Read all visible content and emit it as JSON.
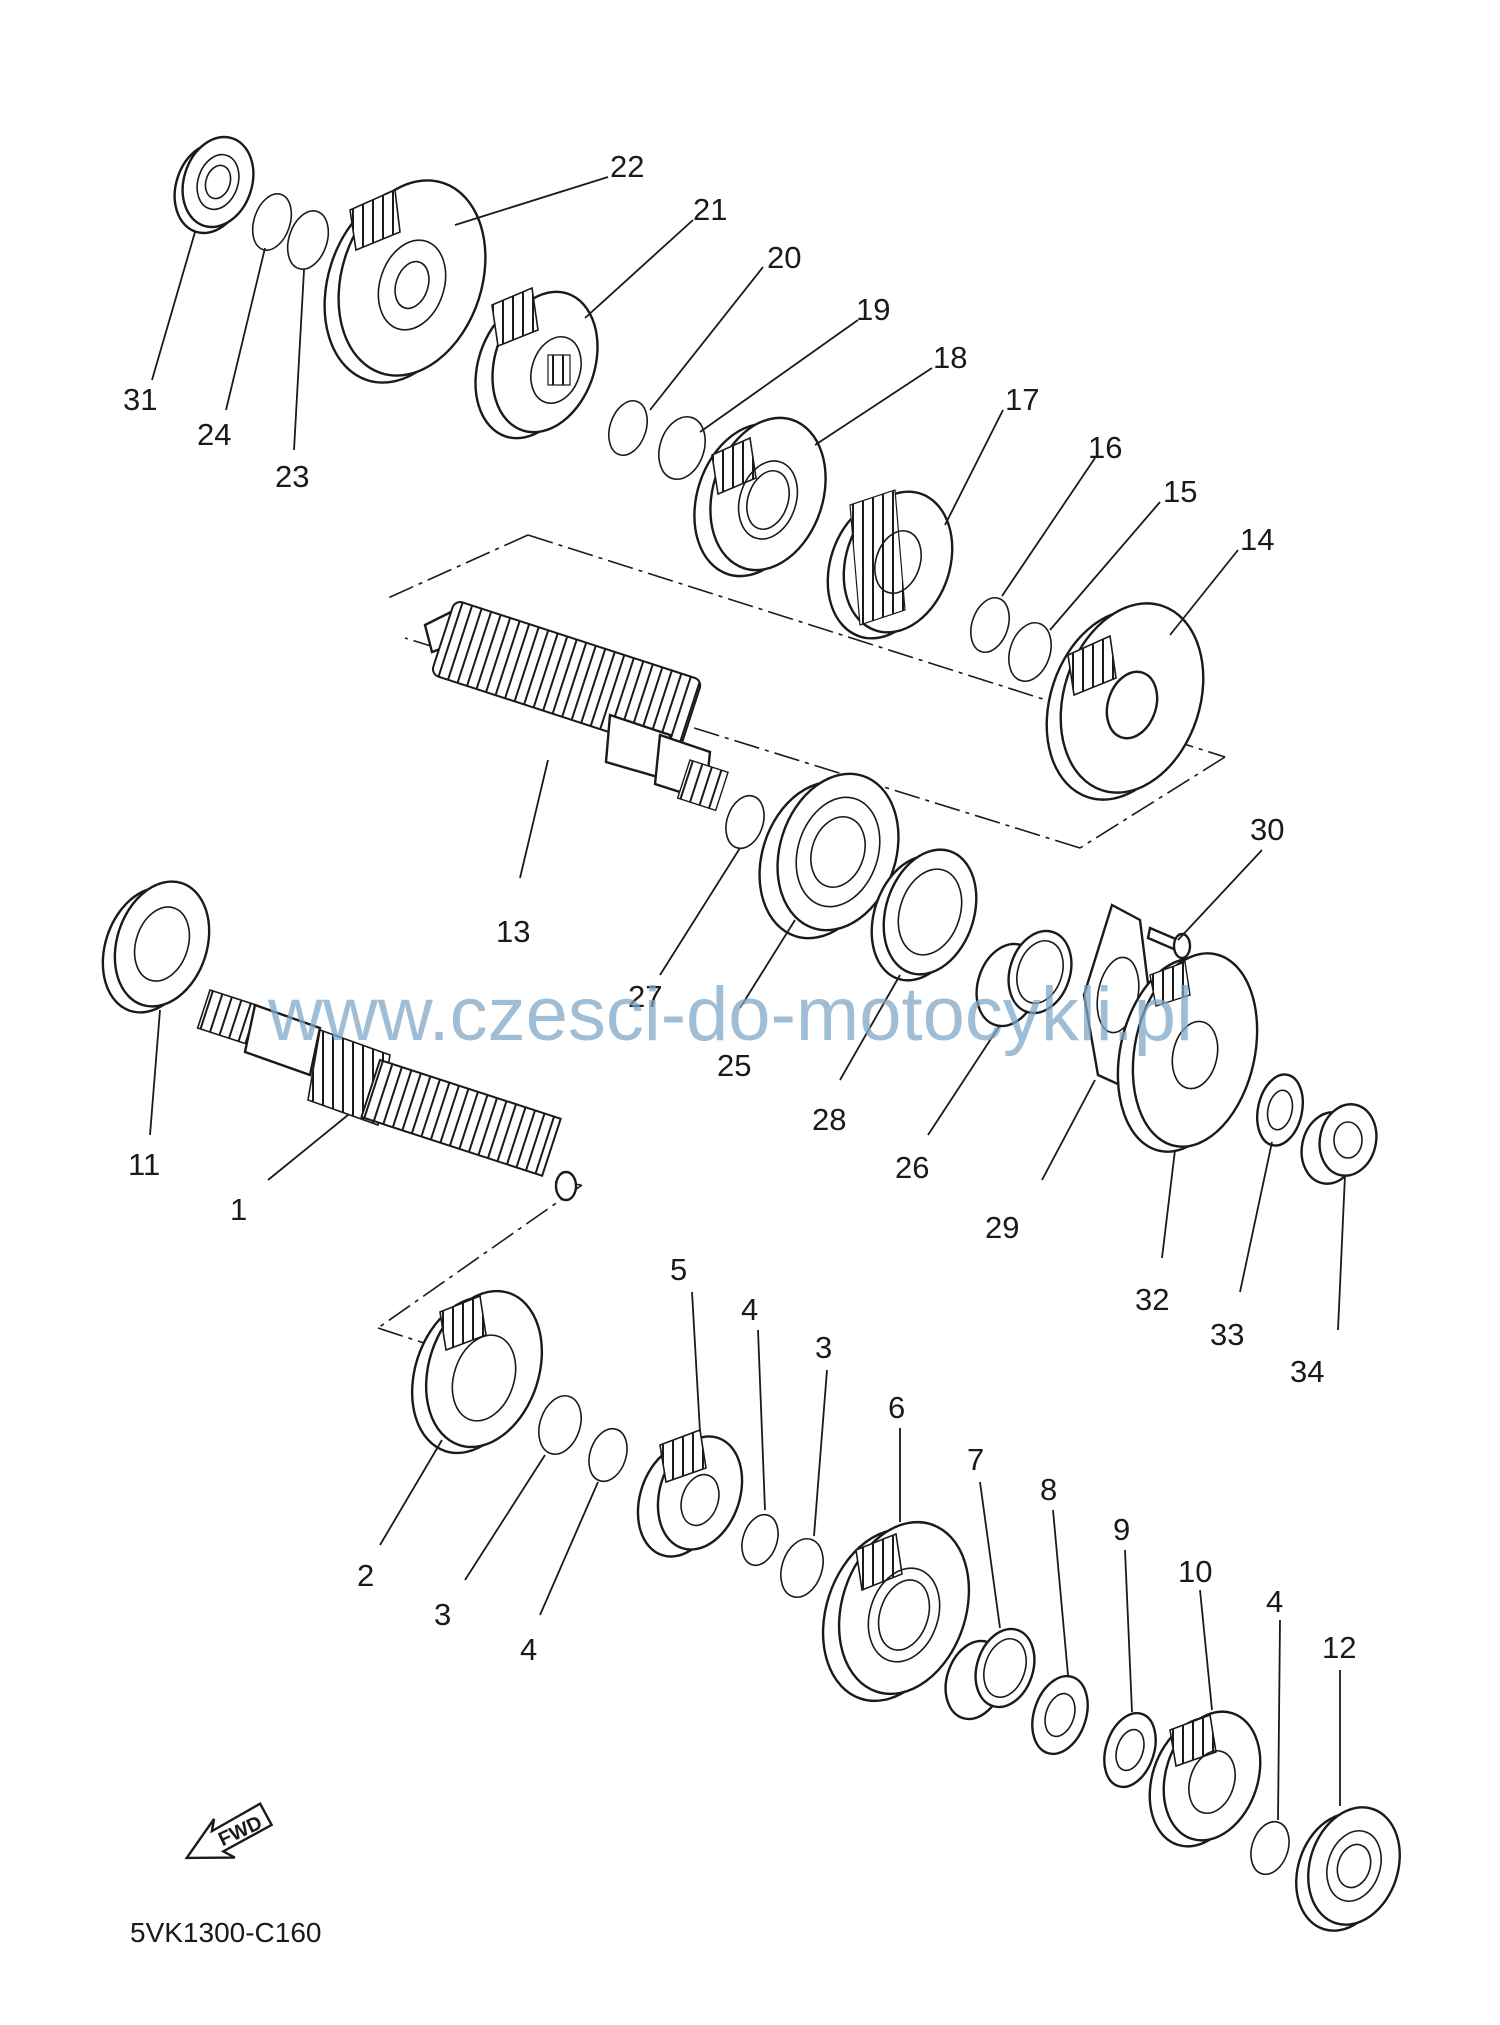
{
  "diagram": {
    "code": "5VK1300-C160",
    "watermark": "www.czesci-do-motocykli.pl",
    "fwd_label": "FWD",
    "part_labels": {
      "p1": "1",
      "p2": "2",
      "p3a": "3",
      "p3b": "3",
      "p4a": "4",
      "p4b": "4",
      "p4c": "4",
      "p5": "5",
      "p6": "6",
      "p7": "7",
      "p8": "8",
      "p9": "9",
      "p10": "10",
      "p11": "11",
      "p12": "12",
      "p13": "13",
      "p14": "14",
      "p15": "15",
      "p16": "16",
      "p17": "17",
      "p18": "18",
      "p19": "19",
      "p20": "20",
      "p21": "21",
      "p22": "22",
      "p23": "23",
      "p24": "24",
      "p25": "25",
      "p26": "26",
      "p27": "27",
      "p28": "28",
      "p29": "29",
      "p30": "30",
      "p31": "31",
      "p32": "32",
      "p33": "33",
      "p34": "34"
    }
  }
}
